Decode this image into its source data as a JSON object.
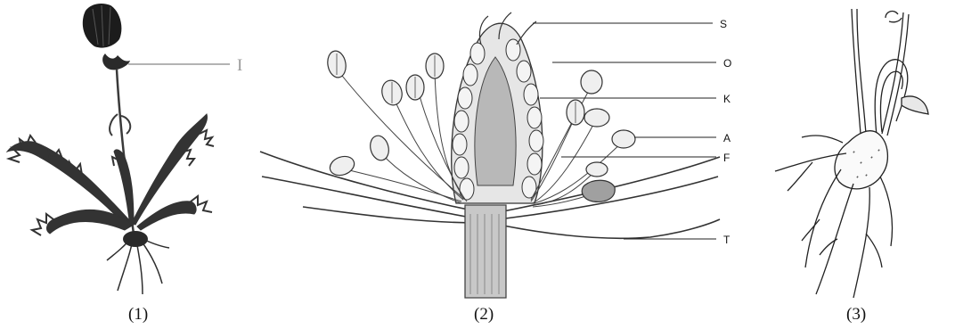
{
  "figure1": {
    "caption": "(1)",
    "callout": "I"
  },
  "figure2": {
    "caption": "(2)",
    "labels": {
      "s": "S",
      "o": "O",
      "k": "K",
      "a": "A",
      "f": "F",
      "t": "T"
    }
  },
  "figure3": {
    "caption": "(3)"
  }
}
